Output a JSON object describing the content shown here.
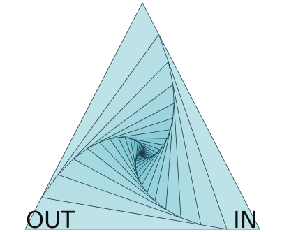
{
  "labels": {
    "left": "OUT",
    "right": "IN"
  },
  "spiral": {
    "layers": 26,
    "lerp": 0.14,
    "outer_color": "#bde3e8",
    "mid_color": "#57b6c7",
    "deep_color": "#147f95",
    "core_color": "#0b1d3d",
    "stroke_color": "#1f3a45"
  }
}
